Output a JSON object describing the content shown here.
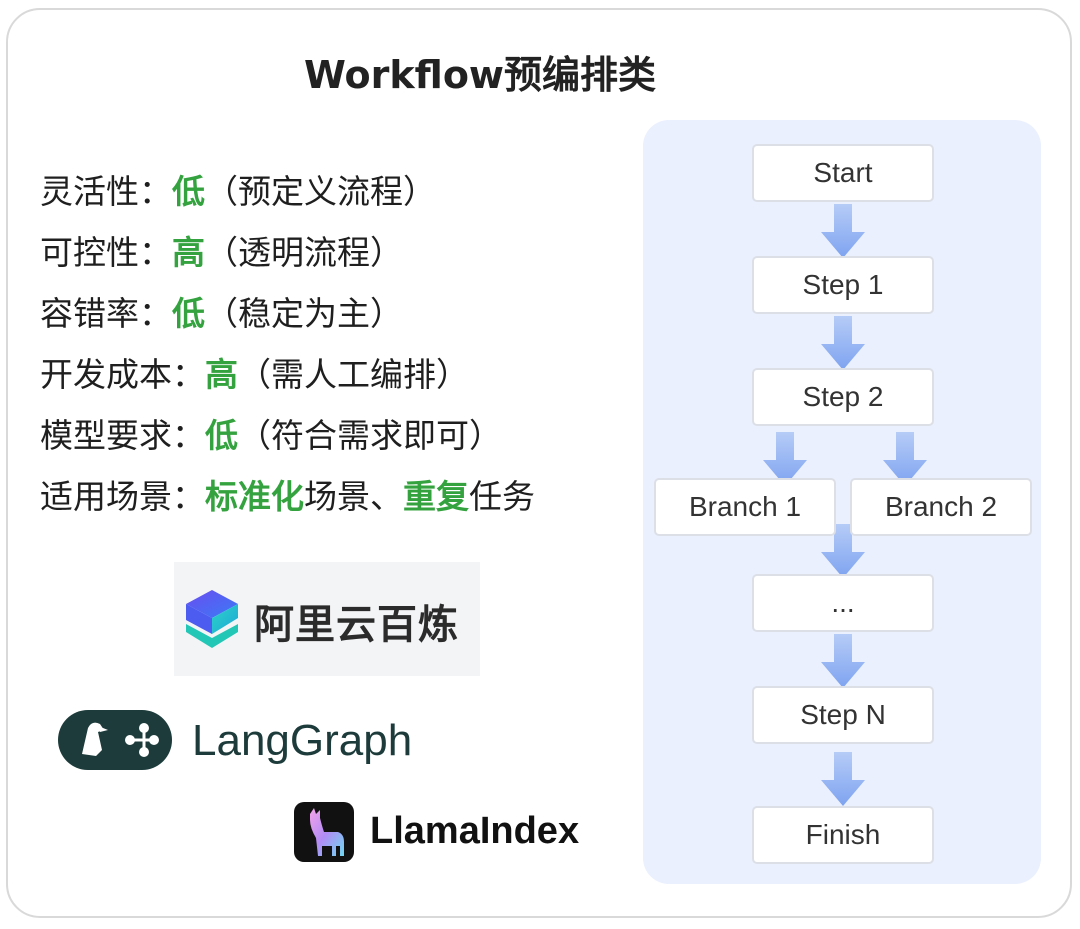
{
  "title": "Workflow预编排类",
  "properties": [
    {
      "label": "灵活性：",
      "value": "低",
      "note": "（预定义流程）"
    },
    {
      "label": "可控性：",
      "value": "高",
      "note": "（透明流程）"
    },
    {
      "label": "容错率：",
      "value": "低",
      "note": "（稳定为主）"
    },
    {
      "label": "开发成本：",
      "value": "高",
      "note": "（需人工编排）"
    },
    {
      "label": "模型要求：",
      "value": "低",
      "note": "（符合需求即可）"
    }
  ],
  "scenario": {
    "label": "适用场景：",
    "hl1": "标准化",
    "mid": "场景、",
    "hl2": "重复",
    "tail": "任务"
  },
  "logos": {
    "bailian": "阿里云百炼",
    "langgraph": "LangGraph",
    "llamaindex": "LlamaIndex"
  },
  "flow": {
    "start": "Start",
    "step1": "Step 1",
    "step2": "Step 2",
    "branch1": "Branch 1",
    "branch2": "Branch 2",
    "ellipsis": "...",
    "stepN": "Step N",
    "finish": "Finish"
  },
  "colors": {
    "highlight": "#34a33f",
    "panel_bg": "#eaf0fd",
    "arrow": "#8fb0f4",
    "langgraph_brand": "#1c3b3a"
  },
  "icons": {
    "bailian": "bailian-cube-icon",
    "langgraph": "parrot-graph-icon",
    "llamaindex": "llama-icon",
    "flow": "down-arrow-icon"
  }
}
